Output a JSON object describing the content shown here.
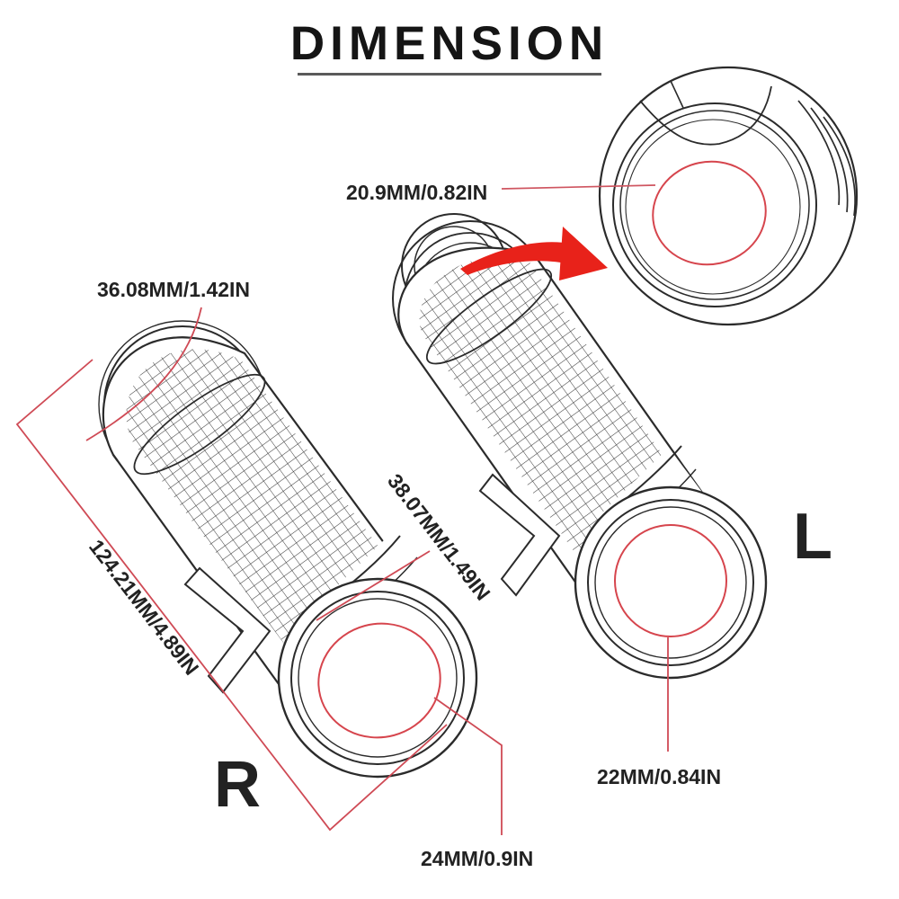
{
  "title": "DIMENSION",
  "dimensions": {
    "detail_inner": "20.9MM/0.82IN",
    "head_outer": "36.08MM/1.42IN",
    "length": "124.21MM/4.89IN",
    "flange": "38.07MM/1.49IN",
    "end_outer": "24MM/0.9IN",
    "end_inner": "22MM/0.84IN"
  },
  "grip_labels": {
    "r": "R",
    "l": "L"
  },
  "colors": {
    "line_black": "#2b2b2b",
    "dimension_red": "#cf4a55",
    "circle_red": "#d6454d",
    "arrow_red": "#e8221a"
  }
}
